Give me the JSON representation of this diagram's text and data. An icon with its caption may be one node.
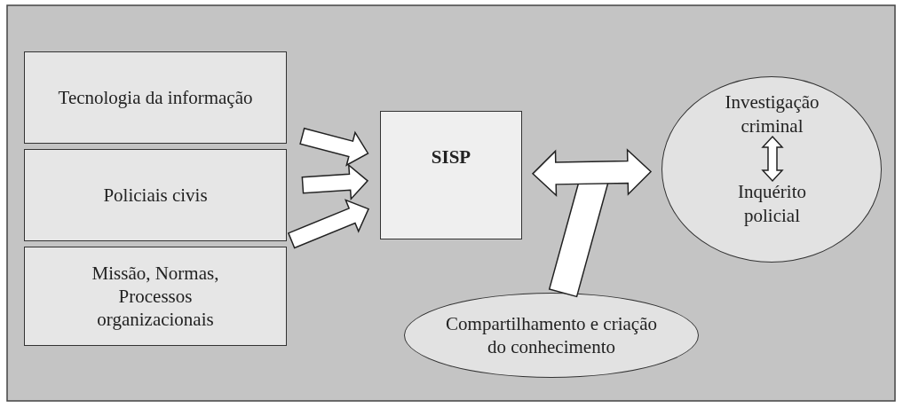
{
  "diagram": {
    "nodes": [
      {
        "text": [
          "Tecnologia da informação"
        ]
      },
      {
        "text": [
          "Policiais civis"
        ]
      },
      {
        "text": [
          "Missão, Normas, Processos organizacionais"
        ]
      },
      {
        "text": [
          "SISP"
        ]
      },
      {
        "text": [],
        "shape": "circle"
      },
      {
        "text": [
          "Investigação criminal"
        ],
        "in": 4
      },
      {
        "text": [
          "Inquérito policial"
        ],
        "in": 4
      },
      {
        "text": [
          "Compartilhamento e criação do conhecimento"
        ]
      }
    ],
    "edges": [
      {
        "from": 0,
        "to": 3,
        "arrow": "to"
      },
      {
        "from": 1,
        "to": 3,
        "arrow": "to"
      },
      {
        "from": 2,
        "to": 3,
        "arrow": "to"
      },
      {
        "from": 7,
        "to": null,
        "arrow": "none"
      },
      {
        "from": 3,
        "to": 4,
        "arrow": "both"
      },
      {
        "from": 5,
        "to": 6,
        "arrow": "both"
      }
    ]
  }
}
